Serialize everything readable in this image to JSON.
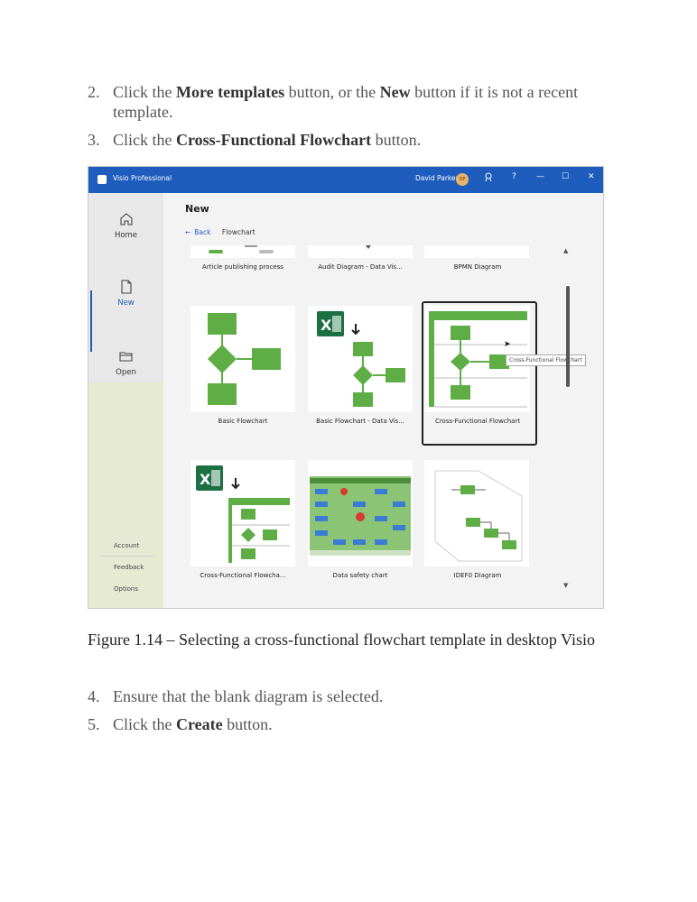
{
  "steps_top": [
    {
      "num": "2.",
      "pre": "Click the ",
      "b1": "More templates",
      "mid": " button, or the ",
      "b2": "New",
      "post": " button if it is not a recent template."
    },
    {
      "num": "3.",
      "pre": "Click the ",
      "b1": "Cross-Functional Flowchart",
      "post": " button."
    }
  ],
  "window": {
    "app_title": "Visio Professional",
    "user_name": "David Parker",
    "user_initials": "DP",
    "help_symbol": "?",
    "minimize_symbol": "—",
    "maximize_symbol": "☐",
    "close_symbol": "✕"
  },
  "sidebar": {
    "home": "Home",
    "new": "New",
    "open": "Open",
    "account": "Account",
    "feedback": "Feedback",
    "options": "Options"
  },
  "main": {
    "heading": "New",
    "back": "Back",
    "breadcrumb": "Flowchart",
    "templates_row1": [
      "Article publishing process",
      "Audit Diagram - Data Vis...",
      "BPMN Diagram"
    ],
    "templates_row2": [
      "Basic Flowchart",
      "Basic Flowchart - Data Vis...",
      "Cross-Functional Flowchart"
    ],
    "templates_row3": [
      "Cross-Functional Flowcha...",
      "Data safety chart",
      "IDEF0 Diagram"
    ],
    "tooltip": "Cross-Functional Flowchart"
  },
  "caption": "Figure 1.14 – Selecting a cross-functional flowchart template in desktop Visio",
  "steps_bottom": [
    {
      "num": "4.",
      "text": "Ensure that the blank diagram is selected."
    },
    {
      "num": "5.",
      "pre": "Click the ",
      "b1": "Create",
      "post": " button."
    }
  ],
  "colors": {
    "accent": "#1e5dbd",
    "shape_green": "#5fae45",
    "excel_green": "#1d7044"
  }
}
